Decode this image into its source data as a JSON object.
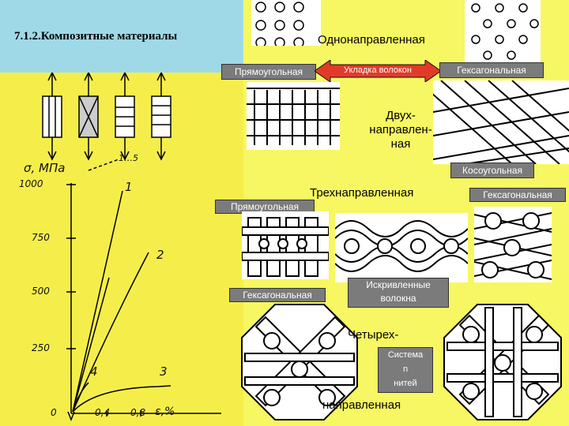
{
  "title": "7.1.2.Композитные материалы",
  "labels": {
    "unidirectional": "Однонаправленная",
    "rect1": "Прямоугольная",
    "fiber_layout": "Укладка волокон",
    "hex1": "Гексагональная",
    "bidir": [
      "Двух-",
      "направлен-",
      "ная"
    ],
    "oblique": "Косоугольная",
    "tridir": "Трехнаправленная",
    "hex2": "Гексагональная",
    "rect2": "Прямоугольная",
    "hex3": "Гексагональная",
    "curved": [
      "Искривленные",
      "волокна"
    ],
    "four_a": "Четырех-",
    "system": [
      "Система",
      "n",
      "нитей"
    ],
    "four_b": "направленная"
  },
  "graph": {
    "ylabel": "σ, МПа",
    "yticks": [
      "1000",
      "750",
      "500",
      "250",
      "0"
    ],
    "xticks": [
      "0,4",
      "0,8"
    ],
    "xlabel": "ε,%",
    "curves": [
      "1",
      "2",
      "3",
      "4"
    ],
    "samples_label": "1…5"
  },
  "colors": {
    "title_bg": "#9fd9e8",
    "bg": "#f7f763",
    "left_bg": "#f5ee4a",
    "label_box": "#7b7b7b",
    "arrow": "#e23a2a"
  }
}
